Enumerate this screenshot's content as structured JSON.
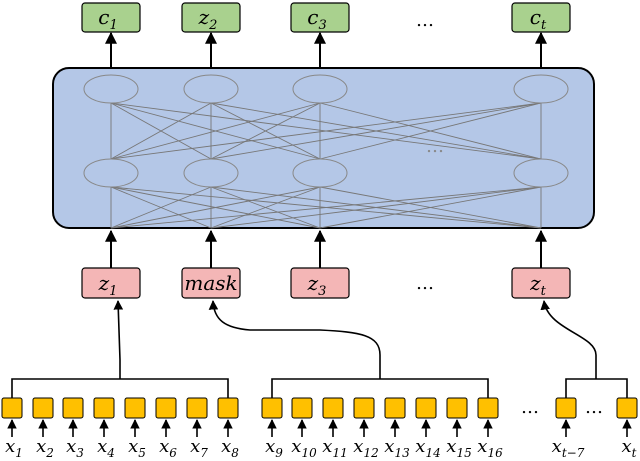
{
  "outputs": [
    {
      "base": "c",
      "sub": "1"
    },
    {
      "base": "z",
      "sub": "2"
    },
    {
      "base": "c",
      "sub": "3"
    },
    {
      "base": "c",
      "sub": "t"
    }
  ],
  "inputs_tokens": [
    {
      "base": "z",
      "sub": "1"
    },
    {
      "base": "mask",
      "sub": ""
    },
    {
      "base": "z",
      "sub": "3"
    },
    {
      "base": "z",
      "sub": "t"
    }
  ],
  "x_labels": [
    {
      "base": "x",
      "sub": "1"
    },
    {
      "base": "x",
      "sub": "2"
    },
    {
      "base": "x",
      "sub": "3"
    },
    {
      "base": "x",
      "sub": "4"
    },
    {
      "base": "x",
      "sub": "5"
    },
    {
      "base": "x",
      "sub": "6"
    },
    {
      "base": "x",
      "sub": "7"
    },
    {
      "base": "x",
      "sub": "8"
    },
    {
      "base": "x",
      "sub": "9"
    },
    {
      "base": "x",
      "sub": "10"
    },
    {
      "base": "x",
      "sub": "11"
    },
    {
      "base": "x",
      "sub": "12"
    },
    {
      "base": "x",
      "sub": "13"
    },
    {
      "base": "x",
      "sub": "14"
    },
    {
      "base": "x",
      "sub": "15"
    },
    {
      "base": "x",
      "sub": "16"
    },
    {
      "base": "x",
      "sub": "t−7"
    },
    {
      "base": "x",
      "sub": "t"
    }
  ],
  "ellipsis": "…",
  "colors": {
    "output_fill": "#a9d18e",
    "token_fill": "#f4b6b6",
    "network_fill": "#b4c7e7",
    "x_fill": "#ffc000"
  }
}
